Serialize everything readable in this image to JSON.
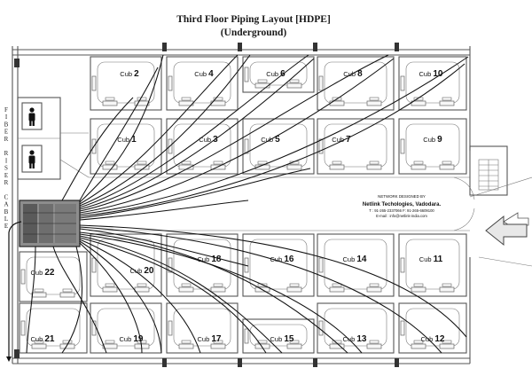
{
  "title": "Third Floor Piping Layout  [HDPE]",
  "subtitle": "(Underground)",
  "side_label": [
    "F",
    "I",
    "B",
    "E",
    "R",
    "",
    "R",
    "I",
    "S",
    "E",
    "R",
    "",
    "C",
    "A",
    "B",
    "L",
    "E"
  ],
  "credit": {
    "line1": "NETWORK DESIGNED BY",
    "line2": "Netlink Techologies, Vadodara.",
    "line3": "T : 91-265-2337066  F: 91-265-6609100",
    "line4": "E-mail : info@netlink-india.com"
  },
  "cubicles": [
    {
      "id": "cub-2",
      "label": "Cub",
      "num": "2"
    },
    {
      "id": "cub-4",
      "label": "Cub",
      "num": "4"
    },
    {
      "id": "cub-6",
      "label": "Cub",
      "num": "6"
    },
    {
      "id": "cub-8",
      "label": "Cub",
      "num": "8"
    },
    {
      "id": "cub-10",
      "label": "Cub",
      "num": "10"
    },
    {
      "id": "cub-1",
      "label": "Cub",
      "num": "1"
    },
    {
      "id": "cub-3",
      "label": "Cub",
      "num": "3"
    },
    {
      "id": "cub-5",
      "label": "Cub",
      "num": "5"
    },
    {
      "id": "cub-7",
      "label": "Cub",
      "num": "7"
    },
    {
      "id": "cub-9",
      "label": "Cub",
      "num": "9"
    },
    {
      "id": "cub-22",
      "label": "Cub",
      "num": "22"
    },
    {
      "id": "cub-20",
      "label": "Cub",
      "num": "20"
    },
    {
      "id": "cub-18",
      "label": "Cub",
      "num": "18"
    },
    {
      "id": "cub-16",
      "label": "Cub",
      "num": "16"
    },
    {
      "id": "cub-14",
      "label": "Cub",
      "num": "14"
    },
    {
      "id": "cub-11",
      "label": "Cub",
      "num": "11"
    },
    {
      "id": "cub-21",
      "label": "Cub",
      "num": "21"
    },
    {
      "id": "cub-19",
      "label": "Cub",
      "num": "19"
    },
    {
      "id": "cub-17",
      "label": "Cub",
      "num": "17"
    },
    {
      "id": "cub-15",
      "label": "Cub",
      "num": "15"
    },
    {
      "id": "cub-13",
      "label": "Cub",
      "num": "13"
    },
    {
      "id": "cub-12",
      "label": "Cub",
      "num": "12"
    }
  ]
}
